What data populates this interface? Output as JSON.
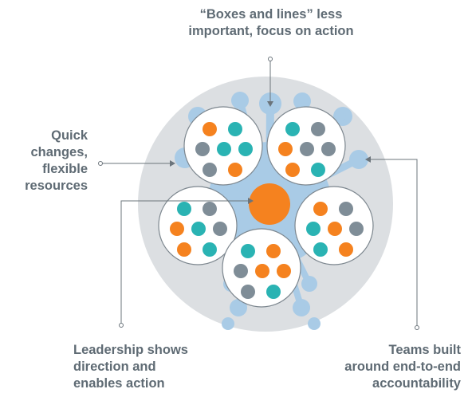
{
  "labels": {
    "top": [
      "“Boxes and lines” less",
      "important, focus on action"
    ],
    "left": [
      "Quick",
      "changes,",
      "flexible",
      "resources"
    ],
    "bottom_left": [
      "Leadership shows",
      "direction and",
      "enables action"
    ],
    "bottom_right": [
      "Teams built",
      "around end-to-end",
      "accountability"
    ]
  },
  "colors": {
    "outer_circle": "#dcdfe2",
    "blob": "#a9cbe6",
    "team_circle_fill": "#ffffff",
    "team_circle_stroke": "#7c868e",
    "orange": "#f5821f",
    "teal": "#2ab3b3",
    "gray": "#7f8d97",
    "leader": "#f5821f",
    "callout_line": "#6b747b",
    "text": "#5f6b74"
  },
  "teams": [
    {
      "dots": [
        "orange",
        "teal",
        "gray",
        "teal",
        "teal",
        "gray",
        "orange"
      ]
    },
    {
      "dots": [
        "teal",
        "gray",
        "orange",
        "gray",
        "gray",
        "orange",
        "teal"
      ]
    },
    {
      "dots": [
        "teal",
        "gray",
        "orange",
        "teal",
        "gray",
        "orange",
        "teal"
      ]
    },
    {
      "dots": [
        "orange",
        "gray",
        "teal",
        "orange",
        "gray",
        "teal",
        "orange"
      ]
    },
    {
      "dots": [
        "teal",
        "orange",
        "gray",
        "orange",
        "orange",
        "gray",
        "teal"
      ]
    }
  ]
}
